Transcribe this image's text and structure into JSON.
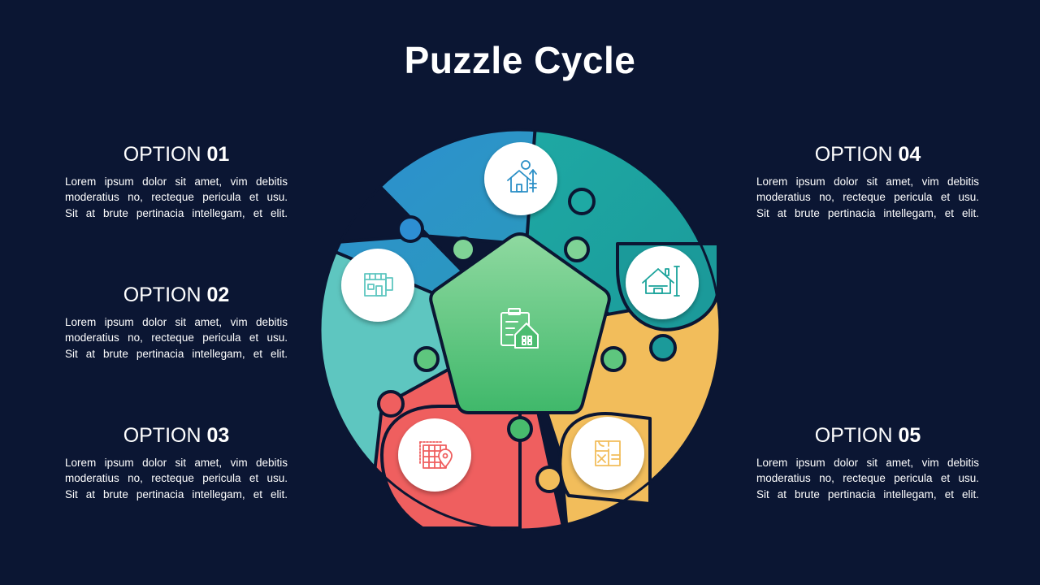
{
  "title": "Puzzle Cycle",
  "colors": {
    "background": "#0b1633",
    "piece_blue": "#2a8fc6",
    "piece_teal_dark": "#1aa39b",
    "piece_teal_light": "#5ec6c0",
    "piece_red": "#ef5f5f",
    "piece_yellow": "#f2bd5b",
    "center_green_top": "#8fd9a0",
    "center_green_bottom": "#3fb86a"
  },
  "options": [
    {
      "label": "OPTION",
      "number": "01",
      "lines": [
        "Lorem ipsum dolor sit amet, vim debitis",
        "moderatius no, recteque pericula et usu.",
        "Sit at brute pertinacia intellegam, et elit."
      ],
      "icon": "house-growth-icon"
    },
    {
      "label": "OPTION",
      "number": "02",
      "lines": [
        "Lorem ipsum dolor sit amet, vim debitis",
        "moderatius no, recteque pericula et usu.",
        "Sit at brute pertinacia intellegam, et elit."
      ],
      "icon": "storefront-icon"
    },
    {
      "label": "OPTION",
      "number": "03",
      "lines": [
        "Lorem ipsum dolor sit amet, vim debitis",
        "moderatius no, recteque pericula et usu.",
        "Sit at brute pertinacia intellegam, et elit."
      ],
      "icon": "map-pin-grid-icon"
    },
    {
      "label": "OPTION",
      "number": "04",
      "lines": [
        "Lorem ipsum dolor sit amet, vim debitis",
        "moderatius no, recteque pericula et usu.",
        "Sit at brute pertinacia intellegam, et elit."
      ],
      "icon": "house-measure-icon"
    },
    {
      "label": "OPTION",
      "number": "05",
      "lines": [
        "Lorem ipsum dolor sit amet, vim debitis",
        "moderatius no, recteque pericula et usu.",
        "Sit at brute pertinacia intellegam, et elit."
      ],
      "icon": "floor-plan-icon"
    }
  ],
  "center_icon": "clipboard-house-icon"
}
